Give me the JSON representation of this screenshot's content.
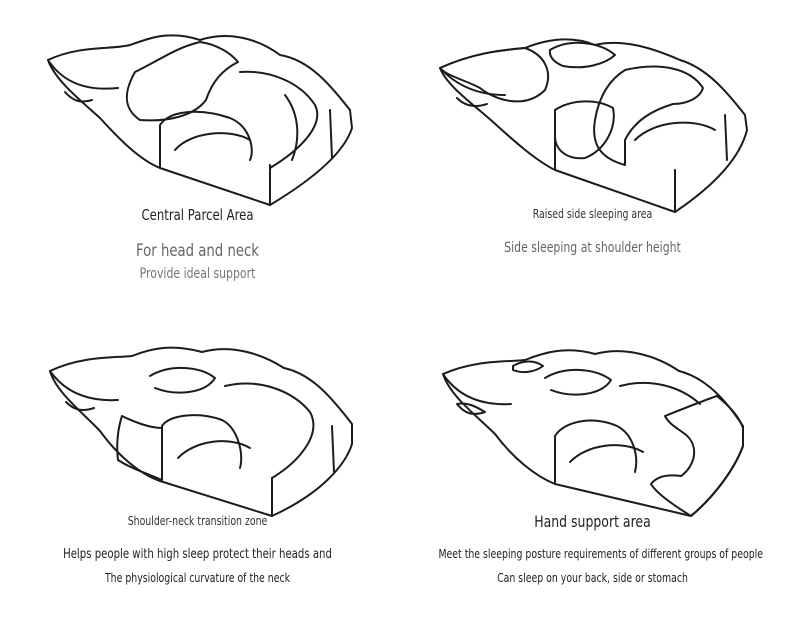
{
  "colors": {
    "outline": "#1c1c1c",
    "central_zone": "#7a6aae",
    "side_zone": "#45b3d6",
    "transition_zone": "#fdd9ad",
    "hand_zone": "#7a6aae"
  },
  "panels": [
    {
      "title": "Central Parcel Area",
      "line1": "For head and neck",
      "line2": "Provide ideal support"
    },
    {
      "title": "Raised side sleeping area",
      "line1": "Side sleeping at shoulder height"
    },
    {
      "title": "Shoulder-neck transition zone",
      "line1": "Helps people with high sleep protect their heads and",
      "line2": "The physiological curvature of the neck"
    },
    {
      "title": "Hand support area",
      "line1": "Meet the sleeping posture requirements of different groups of people",
      "line2": "Can sleep on your back, side or stomach"
    }
  ]
}
